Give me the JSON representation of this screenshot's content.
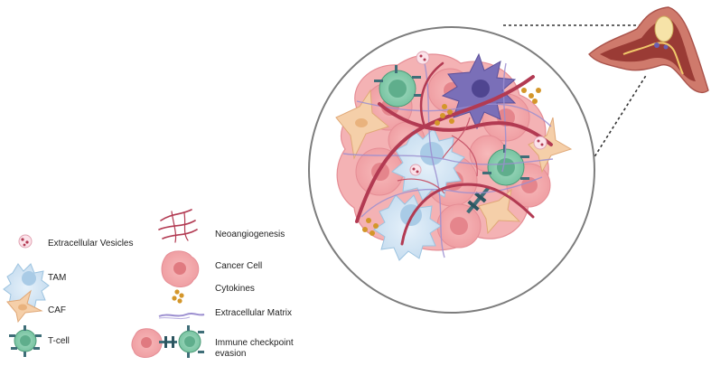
{
  "legend": {
    "left": [
      {
        "icon": "extracellular-vesicle-icon",
        "label": "Extracellular Vesicles"
      },
      {
        "icon": "tam-cell-icon",
        "label": "TAM"
      },
      {
        "icon": "caf-cell-icon",
        "label": "CAF"
      },
      {
        "icon": "t-cell-icon",
        "label": "T-cell"
      }
    ],
    "right": [
      {
        "icon": "neoangiogenesis-icon",
        "label": "Neoangiogenesis"
      },
      {
        "icon": "cancer-cell-icon",
        "label": "Cancer Cell"
      },
      {
        "icon": "cytokines-icon",
        "label": "Cytokines"
      },
      {
        "icon": "extracellular-matrix-icon",
        "label": "Extracellular Matrix"
      },
      {
        "icon": "immune-checkpoint-icon",
        "label": "Immune checkpoint evasion"
      }
    ]
  },
  "colors": {
    "cancer_cell": "#f2a3a6",
    "cancer_nucleus": "#e07a80",
    "tam": "#cfe3f2",
    "tam_nucleus": "#9cc3e0",
    "caf": "#f6d2b0",
    "tcell": "#8fcfb2",
    "tcell_nucleus": "#5fae8c",
    "vessel": "#b23a52",
    "matrix": "#9c8fd0",
    "cytokine": "#d4962a",
    "circle_border": "#7d7d7d",
    "organ": "#c96a5e"
  }
}
